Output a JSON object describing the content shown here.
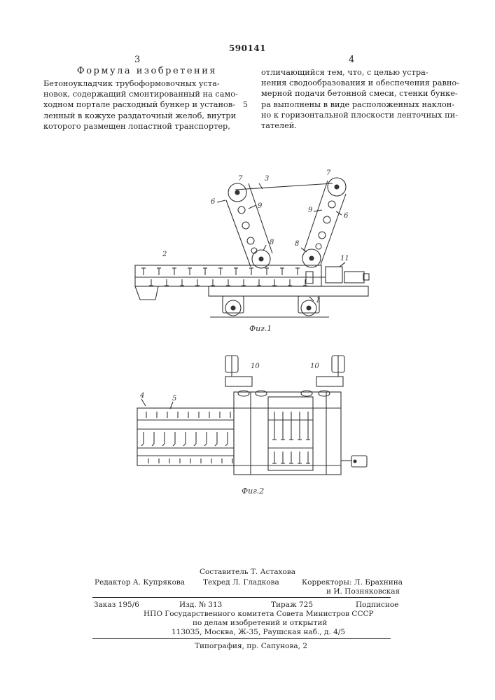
{
  "header": {
    "patent_number": "590141",
    "left_column_number": "3",
    "right_column_number": "4",
    "section_title": "Формула изобретения",
    "line_marker": "5"
  },
  "claim": {
    "left_lines": [
      "Бетоноукладчик трубоформовочных уста-",
      "новок, содержащий смонтированный на само-",
      "ходном портале расходный бункер и установ-",
      "ленный в кожухе раздаточный желоб, внутри",
      "которого размещен лопастной транспортер,"
    ],
    "right_lines": [
      "отличающийся тем, что, с целью устра-",
      "нения сводообразования и обеспечения равно-",
      "мерной подачи бетонной смеси, стенки бунке-",
      "ра выполнены в виде расположенных наклон-",
      "но к горизонтальной плоскости ленточных пи-",
      "тателей."
    ]
  },
  "figures": {
    "fig1_caption": "Фиг.1",
    "fig2_caption": "Фиг.2",
    "fig1_labels": [
      "7",
      "3",
      "7",
      "6",
      "9",
      "9",
      "6",
      "8",
      "8",
      "2",
      "11",
      "1"
    ],
    "fig2_labels": [
      "10",
      "10",
      "4",
      "5"
    ]
  },
  "footer": {
    "compiler": "Составитель Т. Астахова",
    "editor": "Редактор А. Купрякова",
    "techred": "Техред Л. Гладкова",
    "correctors_1": "Корректоры: Л. Брахнина",
    "correctors_2": "и И. Позняковская",
    "order": "Заказ 195/6",
    "edition": "Изд. № 313",
    "circulation": "Тираж 725",
    "subscription": "Подписное",
    "org_1": "НПО Государственного комитета Совета Министров СССР",
    "org_2": "по делам изобретений и открытий",
    "address": "113035, Москва, Ж-35, Раушская наб., д. 4/5",
    "printer": "Типография, пр. Сапунова, 2"
  }
}
